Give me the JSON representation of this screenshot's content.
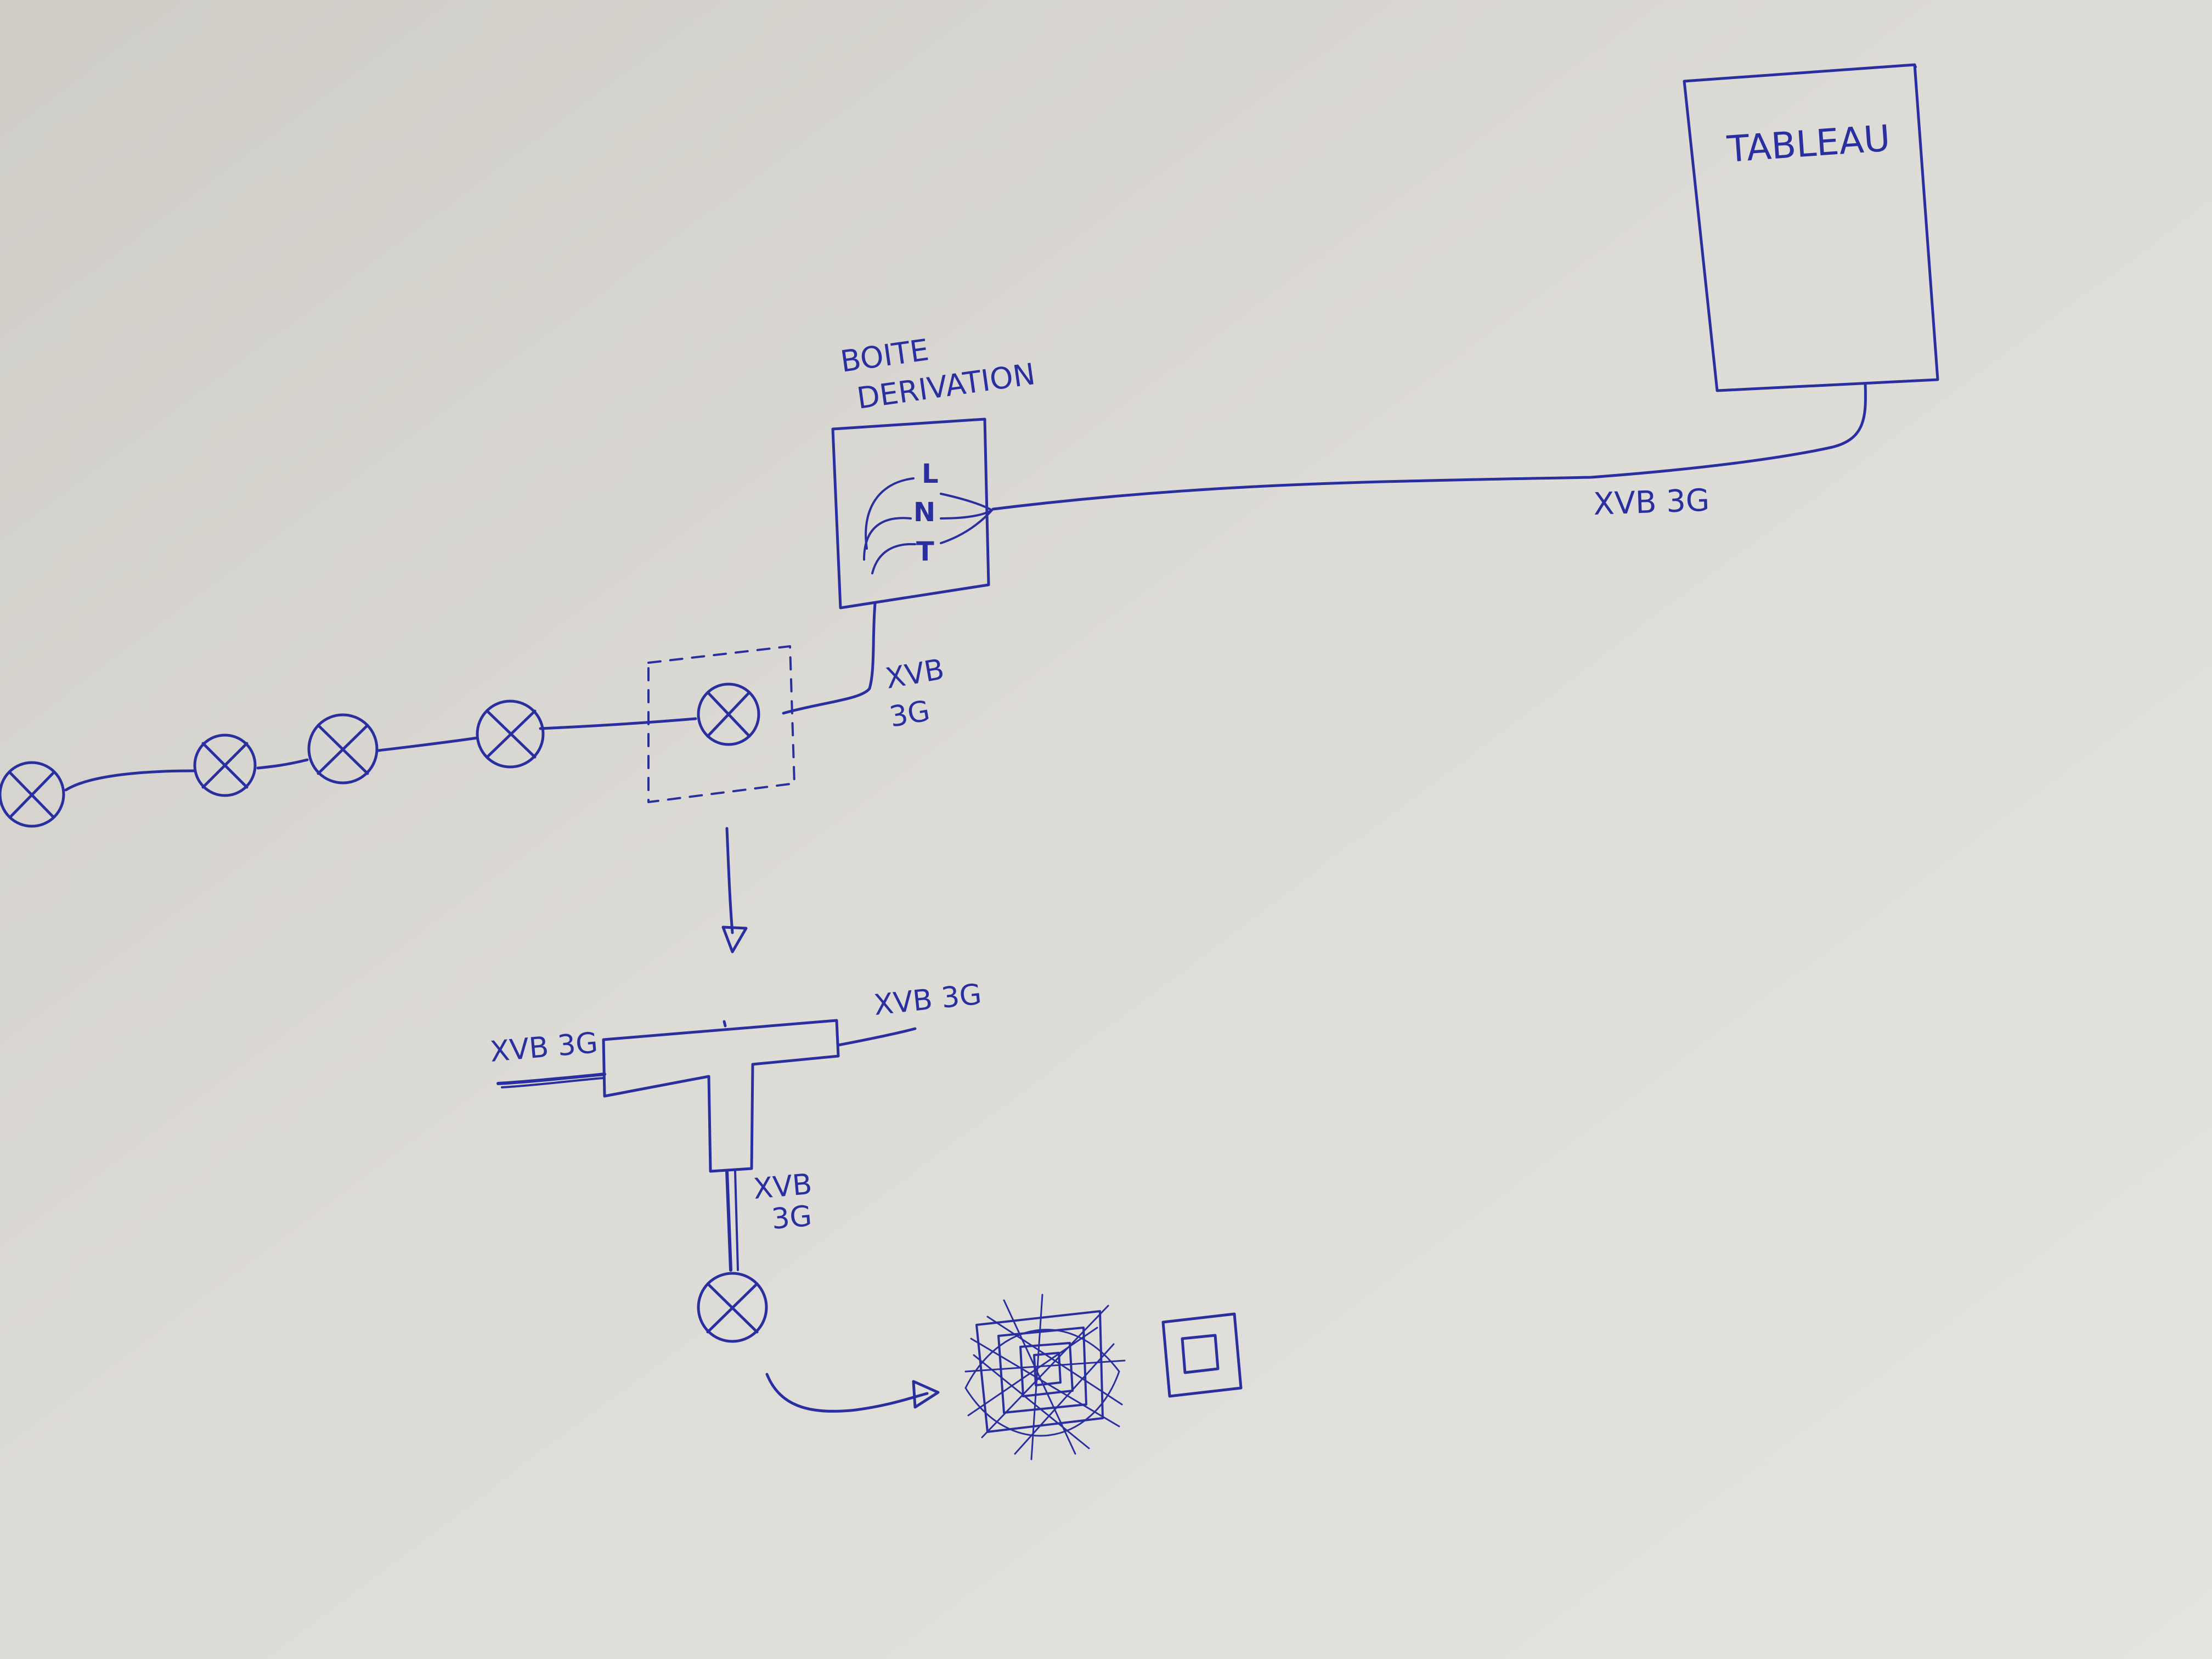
{
  "ink_color": "#2a2fa0",
  "paper_color": "#dcdad5",
  "labels": {
    "panel": "TABLEAU",
    "box_line1": "BOITE",
    "box_line2": "DERIVATION",
    "terminal_l": "L",
    "terminal_n": "N",
    "terminal_t": "T",
    "cable_main": "XVB 3G",
    "cable_drop_line1": "XVB",
    "cable_drop_line2": "3G",
    "tee_left": "XVB 3G",
    "tee_right": "XVB 3G",
    "tee_bottom_line1": "XVB",
    "tee_bottom_line2": "3G"
  },
  "icons": {
    "light_point": "circle-cross-icon",
    "socket_old": "scribbled-square-icon",
    "socket_new": "square-socket-icon"
  }
}
